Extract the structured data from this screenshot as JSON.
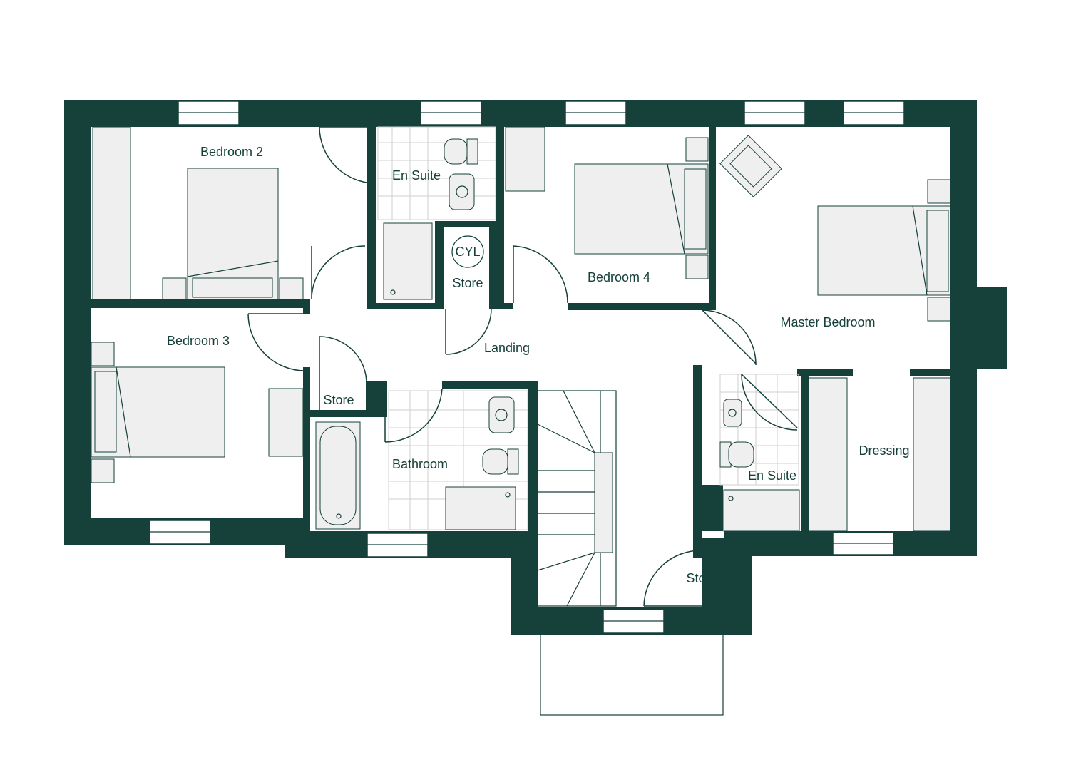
{
  "colors": {
    "wall": "#16403a",
    "furniture": "#efefef",
    "floor": "#ffffff"
  },
  "rooms": {
    "bedroom2": "Bedroom 2",
    "ensuite1": "En Suite",
    "cylinder": "CYL",
    "store_cyl": "Store",
    "bedroom4": "Bedroom 4",
    "master": "Master Bedroom",
    "bedroom3": "Bedroom 3",
    "landing": "Landing",
    "store_landing": "Store",
    "bathroom": "Bathroom",
    "ensuite2": "En Suite",
    "dressing": "Dressing",
    "store_entry": "Store"
  }
}
